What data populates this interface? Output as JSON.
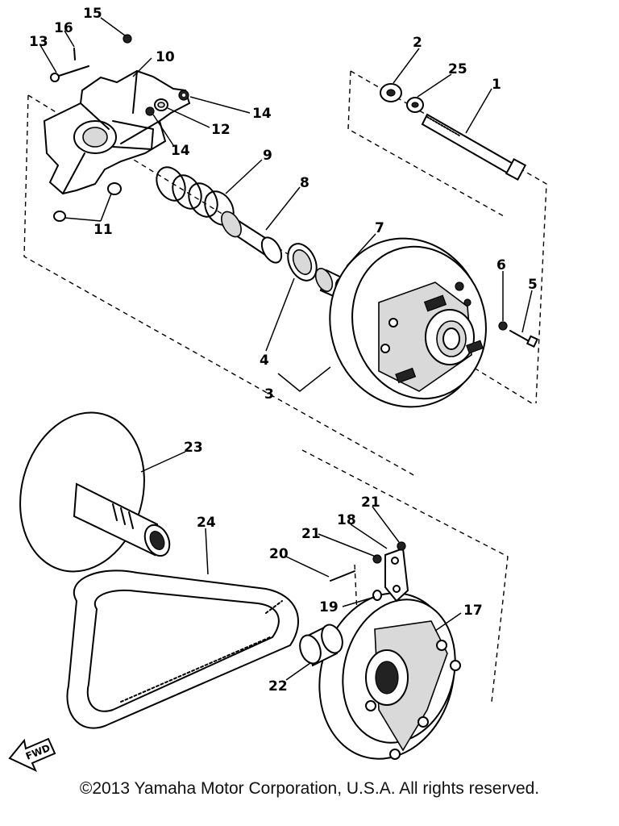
{
  "callouts": {
    "c1": "1",
    "c2": "2",
    "c3": "3",
    "c4": "4",
    "c5": "5",
    "c6": "6",
    "c7": "7",
    "c8": "8",
    "c9": "9",
    "c10": "10",
    "c11": "11",
    "c12": "12",
    "c13": "13",
    "c14a": "14",
    "c14b": "14",
    "c15": "15",
    "c16": "16",
    "c17": "17",
    "c18": "18",
    "c19": "19",
    "c20": "20",
    "c21a": "21",
    "c21b": "21",
    "c22": "22",
    "c23": "23",
    "c24": "24",
    "c25": "25"
  },
  "fwd_label": "FWD",
  "copyright": "©2013 Yamaha Motor Corporation, U.S.A. All rights reserved.",
  "icons": {
    "fwd_arrow": "fwd-arrow-icon"
  }
}
